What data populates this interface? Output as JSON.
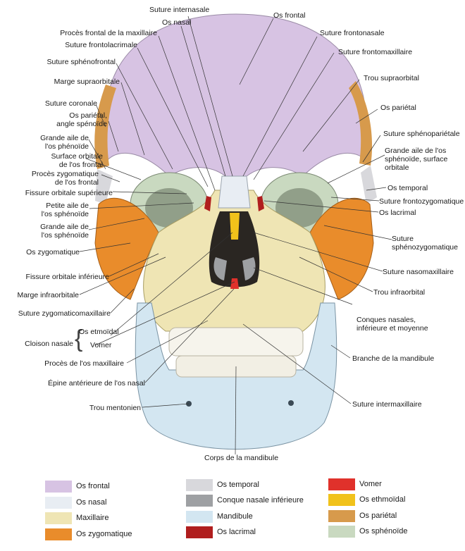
{
  "labels": {
    "suture_internasale": "Suture internasale",
    "os_nasal": "Os nasal",
    "os_frontal": "Os frontal",
    "proces_frontal_maxillaire": "Procès frontal de la maxillaire",
    "suture_frontonasale": "Suture frontonasale",
    "suture_frontolacrimale": "Suture frontolacrimale",
    "suture_frontomaxillaire": "Suture frontomaxillaire",
    "suture_sphenofrontal": "Suture sphénofrontal",
    "marge_supraorbitale": "Marge supraorbitale",
    "trou_supraorbital": "Trou supraorbital",
    "suture_coronale": "Suture coronale",
    "os_parietal_right": "Os pariétal",
    "os_parietal_angle": "Os pariétal,\nangle spénoïde",
    "grande_aile_phenoide": "Grande aile de\nl'os phénoïde",
    "suture_sphenoparietale": "Suture sphénopariétale",
    "surface_orbitale_frontal": "Surface orbitale\nde l'os frontal",
    "grande_aile_surface_orbitale": "Grande aile de l'os\nsphénoïde, surface\norbitale",
    "proces_zygomatique_frontal": "Procès zygomatique\nde l'os frontal",
    "os_temporal": "Os temporal",
    "fissure_orbitale_superieure": "Fissure orbitale supérieure",
    "suture_frontozygomatique": "Suture frontozygomatique",
    "os_lacrimal": "Os lacrimal",
    "petite_aile_sphenoide": "Petite aile de\nl'os sphénoïde",
    "grande_aile_sphenoide": "Grande aile de\nl'os sphénoïde",
    "suture_sphenozygomatique": "Suture\nsphénozygomatique",
    "os_zygomatique": "Os zygomatique",
    "suture_nasomaxillaire": "Suture nasomaxillaire",
    "fissure_orbitale_inferieure": "Fissure orbitale inférieure",
    "trou_infraorbital": "Trou infraorbital",
    "marge_infraorbitale": "Marge infraorbitale",
    "conques_nasales": "Conques nasales,\ninférieure et moyenne",
    "suture_zygomaticomaxillaire": "Suture zygomaticomaxillaire",
    "cloison_nasale": "Cloison nasale",
    "os_etmoidal": "Os etmoïdal",
    "vomer": "Vomer",
    "branche_mandibule": "Branche de la mandibule",
    "proces_os_maxillaire": "Procès de l'os maxillaire",
    "epine_anterieure": "Épine antérieure de l'os nasal",
    "suture_intermaxillaire": "Suture intermaxillaire",
    "trou_mentonien": "Trou mentonien",
    "corps_mandibule": "Corps de la mandibule"
  },
  "legend": [
    {
      "label": "Os frontal",
      "color": "#d7c3e3"
    },
    {
      "label": "Os nasal",
      "color": "#e8edf3"
    },
    {
      "label": "Maxillaire",
      "color": "#efe5b4"
    },
    {
      "label": "Os zygomatique",
      "color": "#e98c2b"
    },
    {
      "label": "Os temporal",
      "color": "#d8d8dc"
    },
    {
      "label": "Conque nasale inférieure",
      "color": "#9ea0a3"
    },
    {
      "label": "Mandibule",
      "color": "#d3e6f1"
    },
    {
      "label": "Os lacrimal",
      "color": "#b01e1e"
    },
    {
      "label": "Vomer",
      "color": "#e0312b"
    },
    {
      "label": "Os ethmoïdal",
      "color": "#f1c21b"
    },
    {
      "label": "Os pariétal",
      "color": "#d79a4c"
    },
    {
      "label": "Os sphénoïde",
      "color": "#c9d9c0"
    }
  ]
}
